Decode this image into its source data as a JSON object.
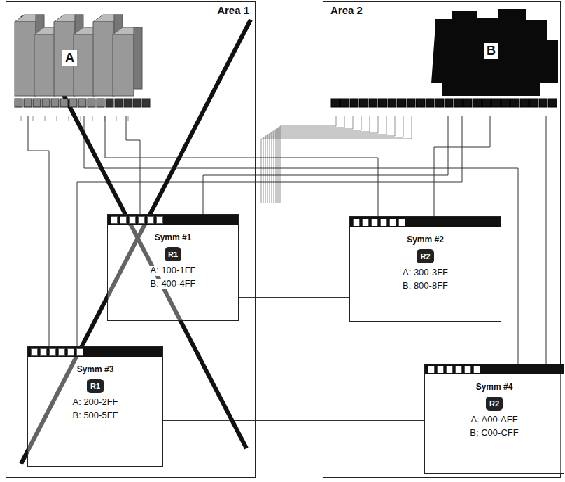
{
  "diagram": {
    "nodes": [
      {
        "text": [
          "Area 1"
        ]
      },
      {
        "text": [
          "Area 2"
        ]
      },
      {
        "text": [
          "A"
        ],
        "in": 0
      },
      {
        "text": [
          "B"
        ],
        "in": 1
      },
      {
        "text": [
          "Symm #1",
          "R1",
          "A: 100-1FF",
          "B: 400-4FF"
        ],
        "in": 0
      },
      {
        "text": [
          "Symm #2",
          "R2",
          "A: 300-3FF",
          "B: 800-8FF"
        ],
        "in": 1
      },
      {
        "text": [
          "Symm #3",
          "R1",
          "A: 200-2FF",
          "B: 500-5FF"
        ],
        "in": 0
      },
      {
        "text": [
          "Symm #4",
          "R2",
          "A: A00-AFF",
          "B: C00-CFF"
        ],
        "in": 1
      }
    ],
    "edges": [
      {
        "from": 2,
        "to": 4,
        "arrow": "none"
      },
      {
        "from": 2,
        "to": 6,
        "arrow": "none"
      },
      {
        "from": 2,
        "to": 5,
        "arrow": "none"
      },
      {
        "from": 2,
        "to": 7,
        "arrow": "none"
      },
      {
        "from": 3,
        "to": 4,
        "arrow": "none"
      },
      {
        "from": 3,
        "to": 6,
        "arrow": "none"
      },
      {
        "from": 3,
        "to": 5,
        "arrow": "none"
      },
      {
        "from": 3,
        "to": 7,
        "arrow": "none"
      },
      {
        "from": 4,
        "to": 5,
        "arrow": "none"
      },
      {
        "from": 6,
        "to": 7,
        "arrow": "none"
      }
    ]
  }
}
